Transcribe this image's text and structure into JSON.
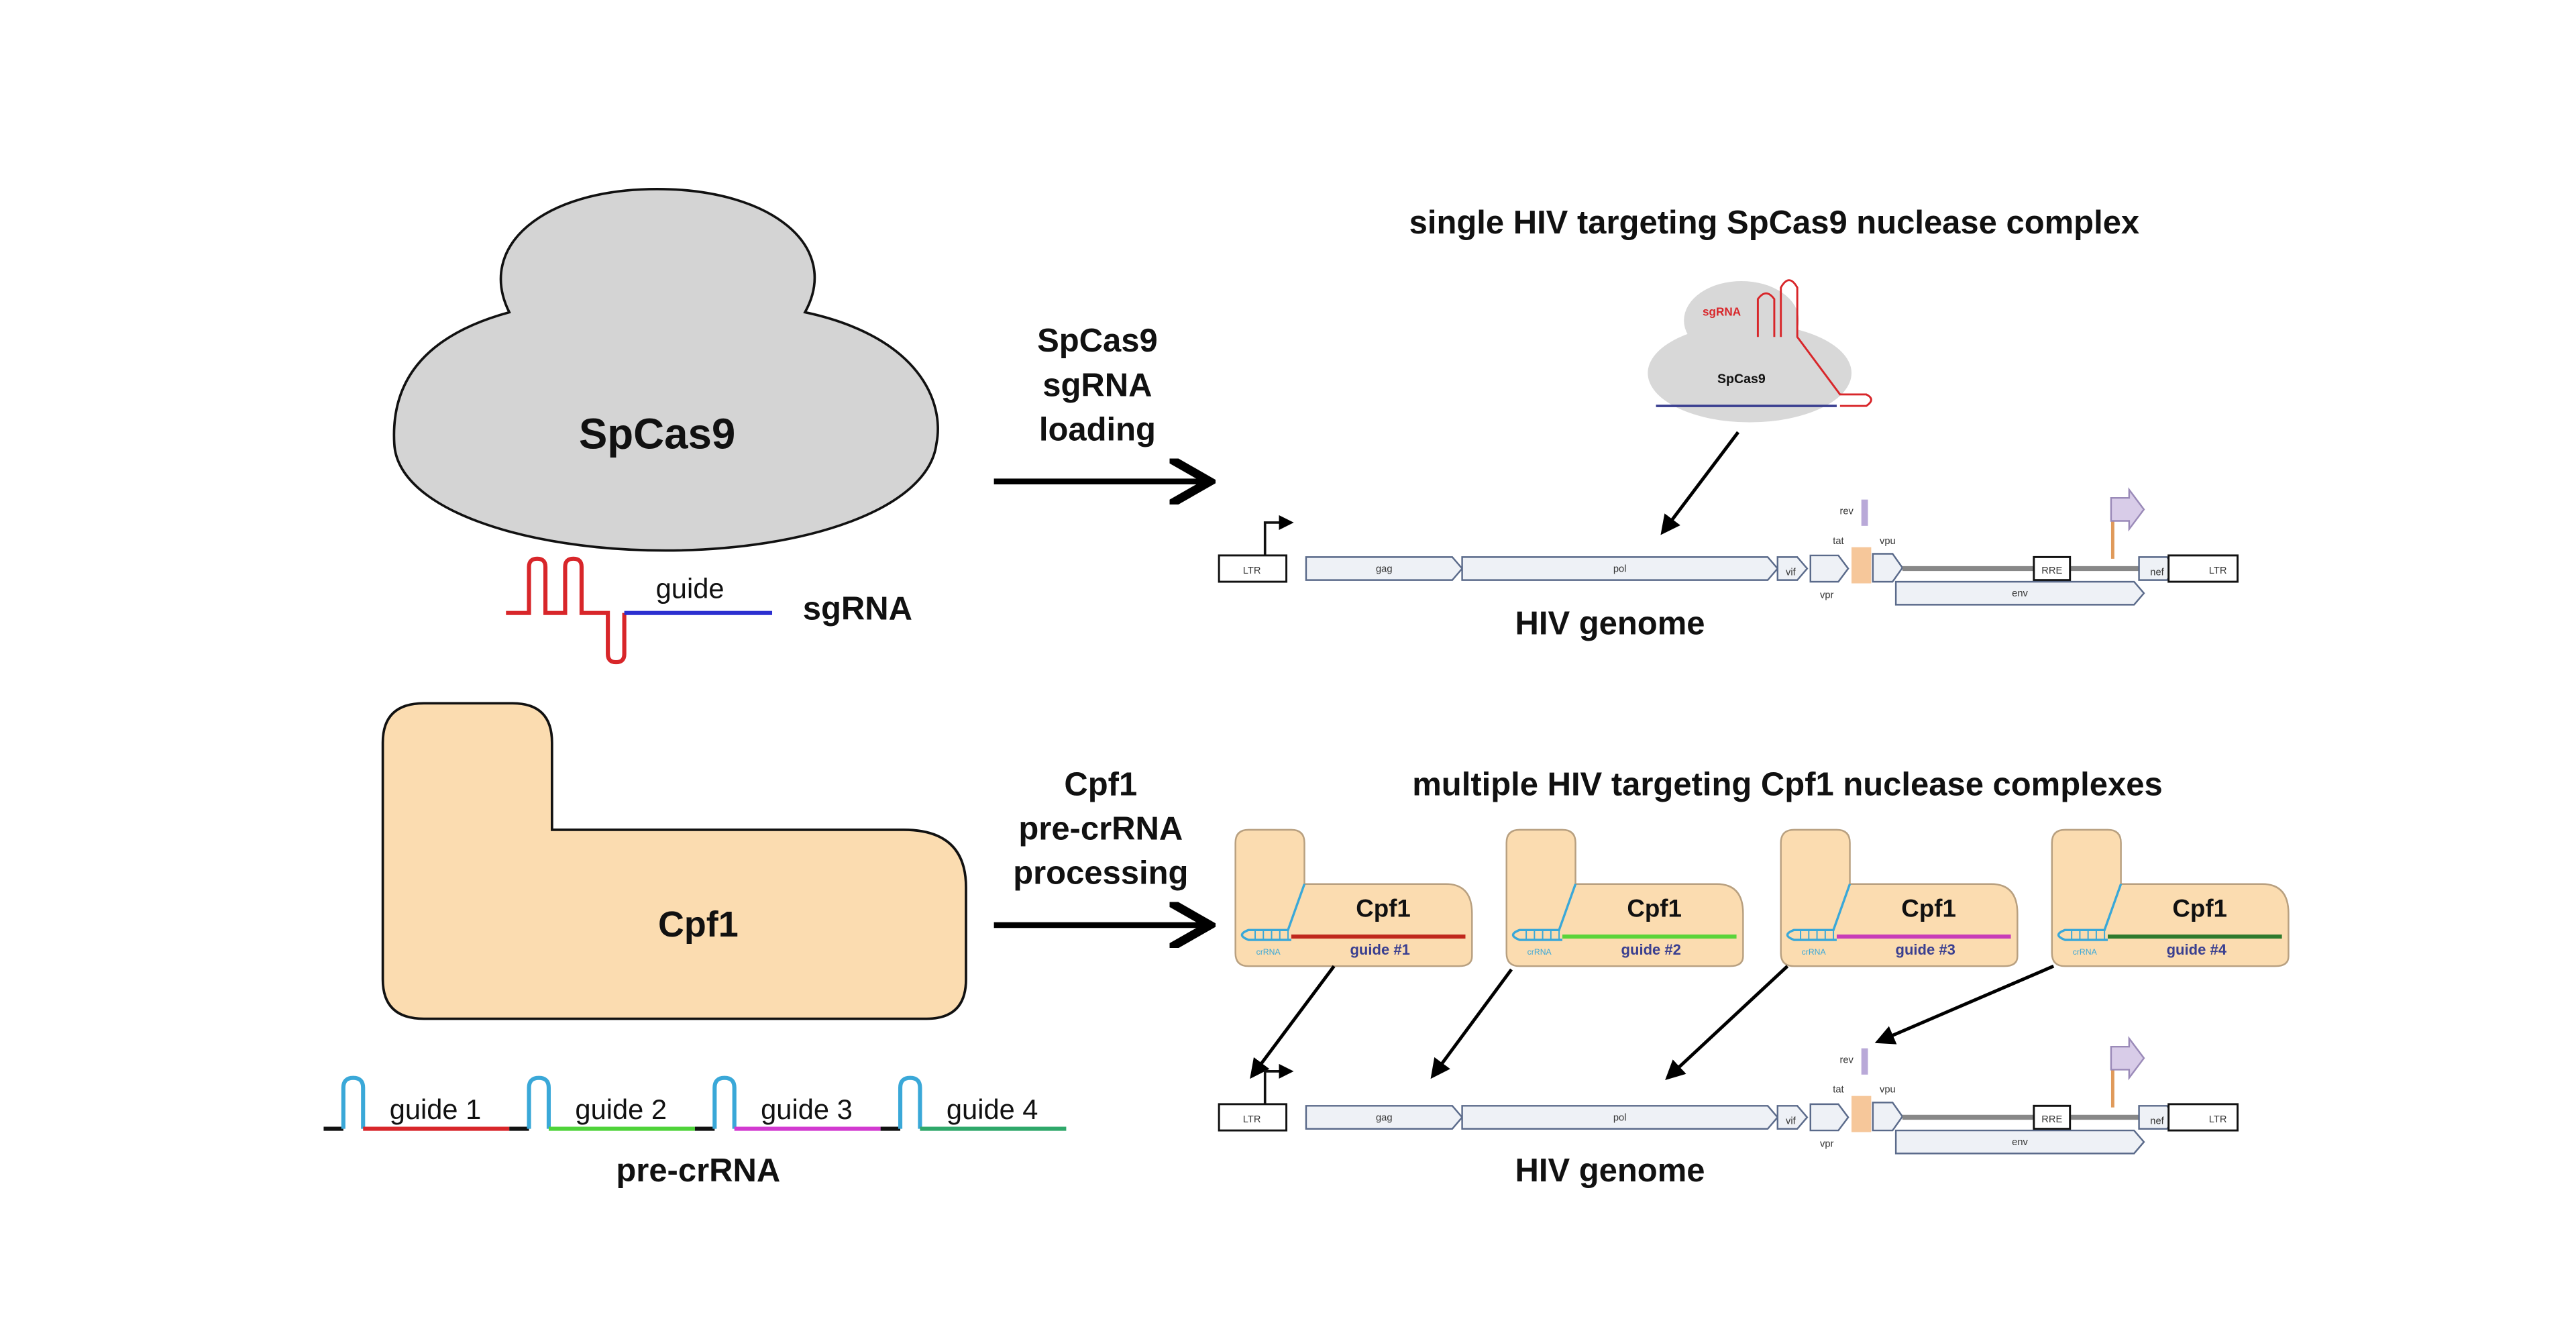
{
  "spcas9": {
    "protein_label": "SpCas9",
    "guide_label": "guide",
    "rna_label": "sgRNA",
    "step_label": [
      "SpCas9",
      "sgRNA",
      "loading"
    ],
    "title": "single HIV targeting SpCas9 nuclease complex",
    "complex": {
      "protein": "SpCas9",
      "rna": "sgRNA"
    },
    "genome_label": "HIV genome"
  },
  "cpf1": {
    "protein_label": "Cpf1",
    "guides": [
      {
        "label": "guide 1",
        "color": "#d8262a"
      },
      {
        "label": "guide 2",
        "color": "#4fd33a"
      },
      {
        "label": "guide 3",
        "color": "#d23ad0"
      },
      {
        "label": "guide 4",
        "color": "#2fa86a"
      }
    ],
    "rna_label": "pre-crRNA",
    "step_label": [
      "Cpf1",
      "pre-crRNA",
      "processing"
    ],
    "title": "multiple HIV targeting Cpf1 nuclease complexes",
    "complexes": [
      {
        "protein": "Cpf1",
        "rna": "crRNA",
        "guide": "guide #1",
        "color": "#c0281c"
      },
      {
        "protein": "Cpf1",
        "rna": "crRNA",
        "guide": "guide #2",
        "color": "#5ad43a"
      },
      {
        "protein": "Cpf1",
        "rna": "crRNA",
        "guide": "guide #3",
        "color": "#c83cb8"
      },
      {
        "protein": "Cpf1",
        "rna": "crRNA",
        "guide": "guide #4",
        "color": "#2e7a2e"
      }
    ],
    "genome_label": "HIV genome"
  },
  "genome": {
    "genes": {
      "ltr5": "LTR",
      "gag": "gag",
      "pol": "pol",
      "vif": "vif",
      "tat": "tat",
      "vpu": "vpu",
      "vpr": "vpr",
      "rev": "rev",
      "env": "env",
      "rre": "RRE",
      "nef": "nef",
      "ltr3": "LTR"
    }
  },
  "colors": {
    "spcas9": "#d4d4d4",
    "cpf1": "#fbdcb0",
    "sgrna_scaffold": "#d8262a",
    "guide_blue": "#2b2fd0",
    "crrna": "#3aa8d8"
  }
}
